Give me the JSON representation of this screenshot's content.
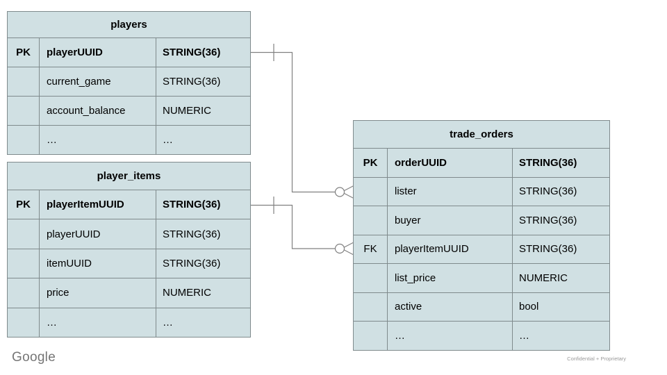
{
  "colors": {
    "page_bg": "#ffffff",
    "cell_fill": "#d0e0e3",
    "border": "#7f8a8c",
    "line": "#808080",
    "text": "#000000",
    "logo_color": "#757575",
    "footer_color": "#9a9a9a"
  },
  "footer": {
    "logo": "Google",
    "note": "Confidential + Proprietary"
  },
  "tables": [
    {
      "id": "players",
      "title": "players",
      "rows": [
        {
          "key": "PK",
          "name": "playerUUID",
          "type": "STRING(36)",
          "emphasis": true
        },
        {
          "key": "",
          "name": "current_game",
          "type": "STRING(36)"
        },
        {
          "key": "",
          "name": "account_balance",
          "type": "NUMERIC"
        },
        {
          "key": "",
          "name": "…",
          "type": "…"
        }
      ]
    },
    {
      "id": "player_items",
      "title": "player_items",
      "rows": [
        {
          "key": "PK",
          "name": "playerItemUUID",
          "type": "STRING(36)",
          "emphasis": true
        },
        {
          "key": "",
          "name": "playerUUID",
          "type": "STRING(36)"
        },
        {
          "key": "",
          "name": "itemUUID",
          "type": "STRING(36)"
        },
        {
          "key": "",
          "name": "price",
          "type": "NUMERIC"
        },
        {
          "key": "",
          "name": "…",
          "type": "…"
        }
      ]
    },
    {
      "id": "trade_orders",
      "title": "trade_orders",
      "rows": [
        {
          "key": "PK",
          "name": "orderUUID",
          "type": "STRING(36)",
          "emphasis": true
        },
        {
          "key": "",
          "name": "lister",
          "type": "STRING(36)"
        },
        {
          "key": "",
          "name": "buyer",
          "type": "STRING(36)"
        },
        {
          "key": "FK",
          "name": "playerItemUUID",
          "type": "STRING(36)"
        },
        {
          "key": "",
          "name": "list_price",
          "type": "NUMERIC"
        },
        {
          "key": "",
          "name": "active",
          "type": "bool"
        },
        {
          "key": "",
          "name": "…",
          "type": "…"
        }
      ]
    }
  ],
  "relationships": [
    {
      "from": "players.playerUUID",
      "to": "trade_orders.lister",
      "from_cardinality": "one",
      "to_cardinality": "zero-or-many"
    },
    {
      "from": "player_items.playerItemUUID",
      "to": "trade_orders.playerItemUUID",
      "from_cardinality": "one",
      "to_cardinality": "zero-or-many"
    }
  ]
}
